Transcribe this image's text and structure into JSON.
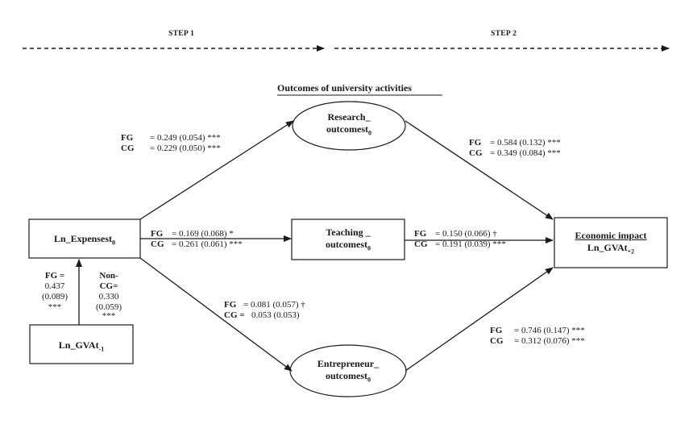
{
  "steps": {
    "step1": "STEP 1",
    "step2": "STEP 2"
  },
  "outcomes_heading": "Outcomes of university activities",
  "nodes": {
    "expenses": {
      "main": "Ln_Expensest",
      "sub": "0"
    },
    "gva_lag": {
      "main": "Ln_GVAt",
      "sub": "-1"
    },
    "research": {
      "line1": "Research_",
      "main": "outcomest",
      "sub": "0"
    },
    "teaching": {
      "line1": "Teaching _",
      "main": "outcomest",
      "sub": "0"
    },
    "entrepreneur": {
      "line1": "Entrepreneur_",
      "main": "outcomest",
      "sub": "0"
    },
    "economic": {
      "title": "Economic impact",
      "main": "Ln_GVAt",
      "sub": "+2"
    }
  },
  "paths": {
    "exp_research": {
      "fg_key": "FG",
      "fg_val": "= 0.249 (0.054) ***",
      "cg_key": "CG",
      "cg_val": "= 0.229 (0.050) ***"
    },
    "exp_teaching": {
      "fg_key": "FG",
      "fg_val": "= 0.169 (0.068) *",
      "cg_key": "CG",
      "cg_val": "= 0.261 (0.061) ***"
    },
    "exp_entre": {
      "fg_key": "FG",
      "fg_val": "= 0.081 (0.057) †",
      "cg_key": "CG =",
      "cg_val": "0.053 (0.053)"
    },
    "research_econ": {
      "fg_key": "FG",
      "fg_val": "= 0.584 (0.132) ***",
      "cg_key": "CG",
      "cg_val": "= 0.349 (0.084) ***"
    },
    "teaching_econ": {
      "fg_key": "FG",
      "fg_val": "= 0.150 (0.066) †",
      "cg_key": "CG",
      "cg_val": "= 0.191 (0.039) ***"
    },
    "entre_econ": {
      "fg_key": "FG",
      "fg_val": "= 0.746 (0.147) ***",
      "cg_key": "CG",
      "cg_val": "= 0.312 (0.076) ***"
    },
    "gva_exp_fg": {
      "l1": "FG =",
      "l2": "0.437",
      "l3": "(0.089)",
      "l4": "***"
    },
    "gva_exp_cg": {
      "l1": "Non-",
      "l2": "CG=",
      "l3": "0.330",
      "l4": "(0.059)",
      "l5": "***"
    }
  }
}
